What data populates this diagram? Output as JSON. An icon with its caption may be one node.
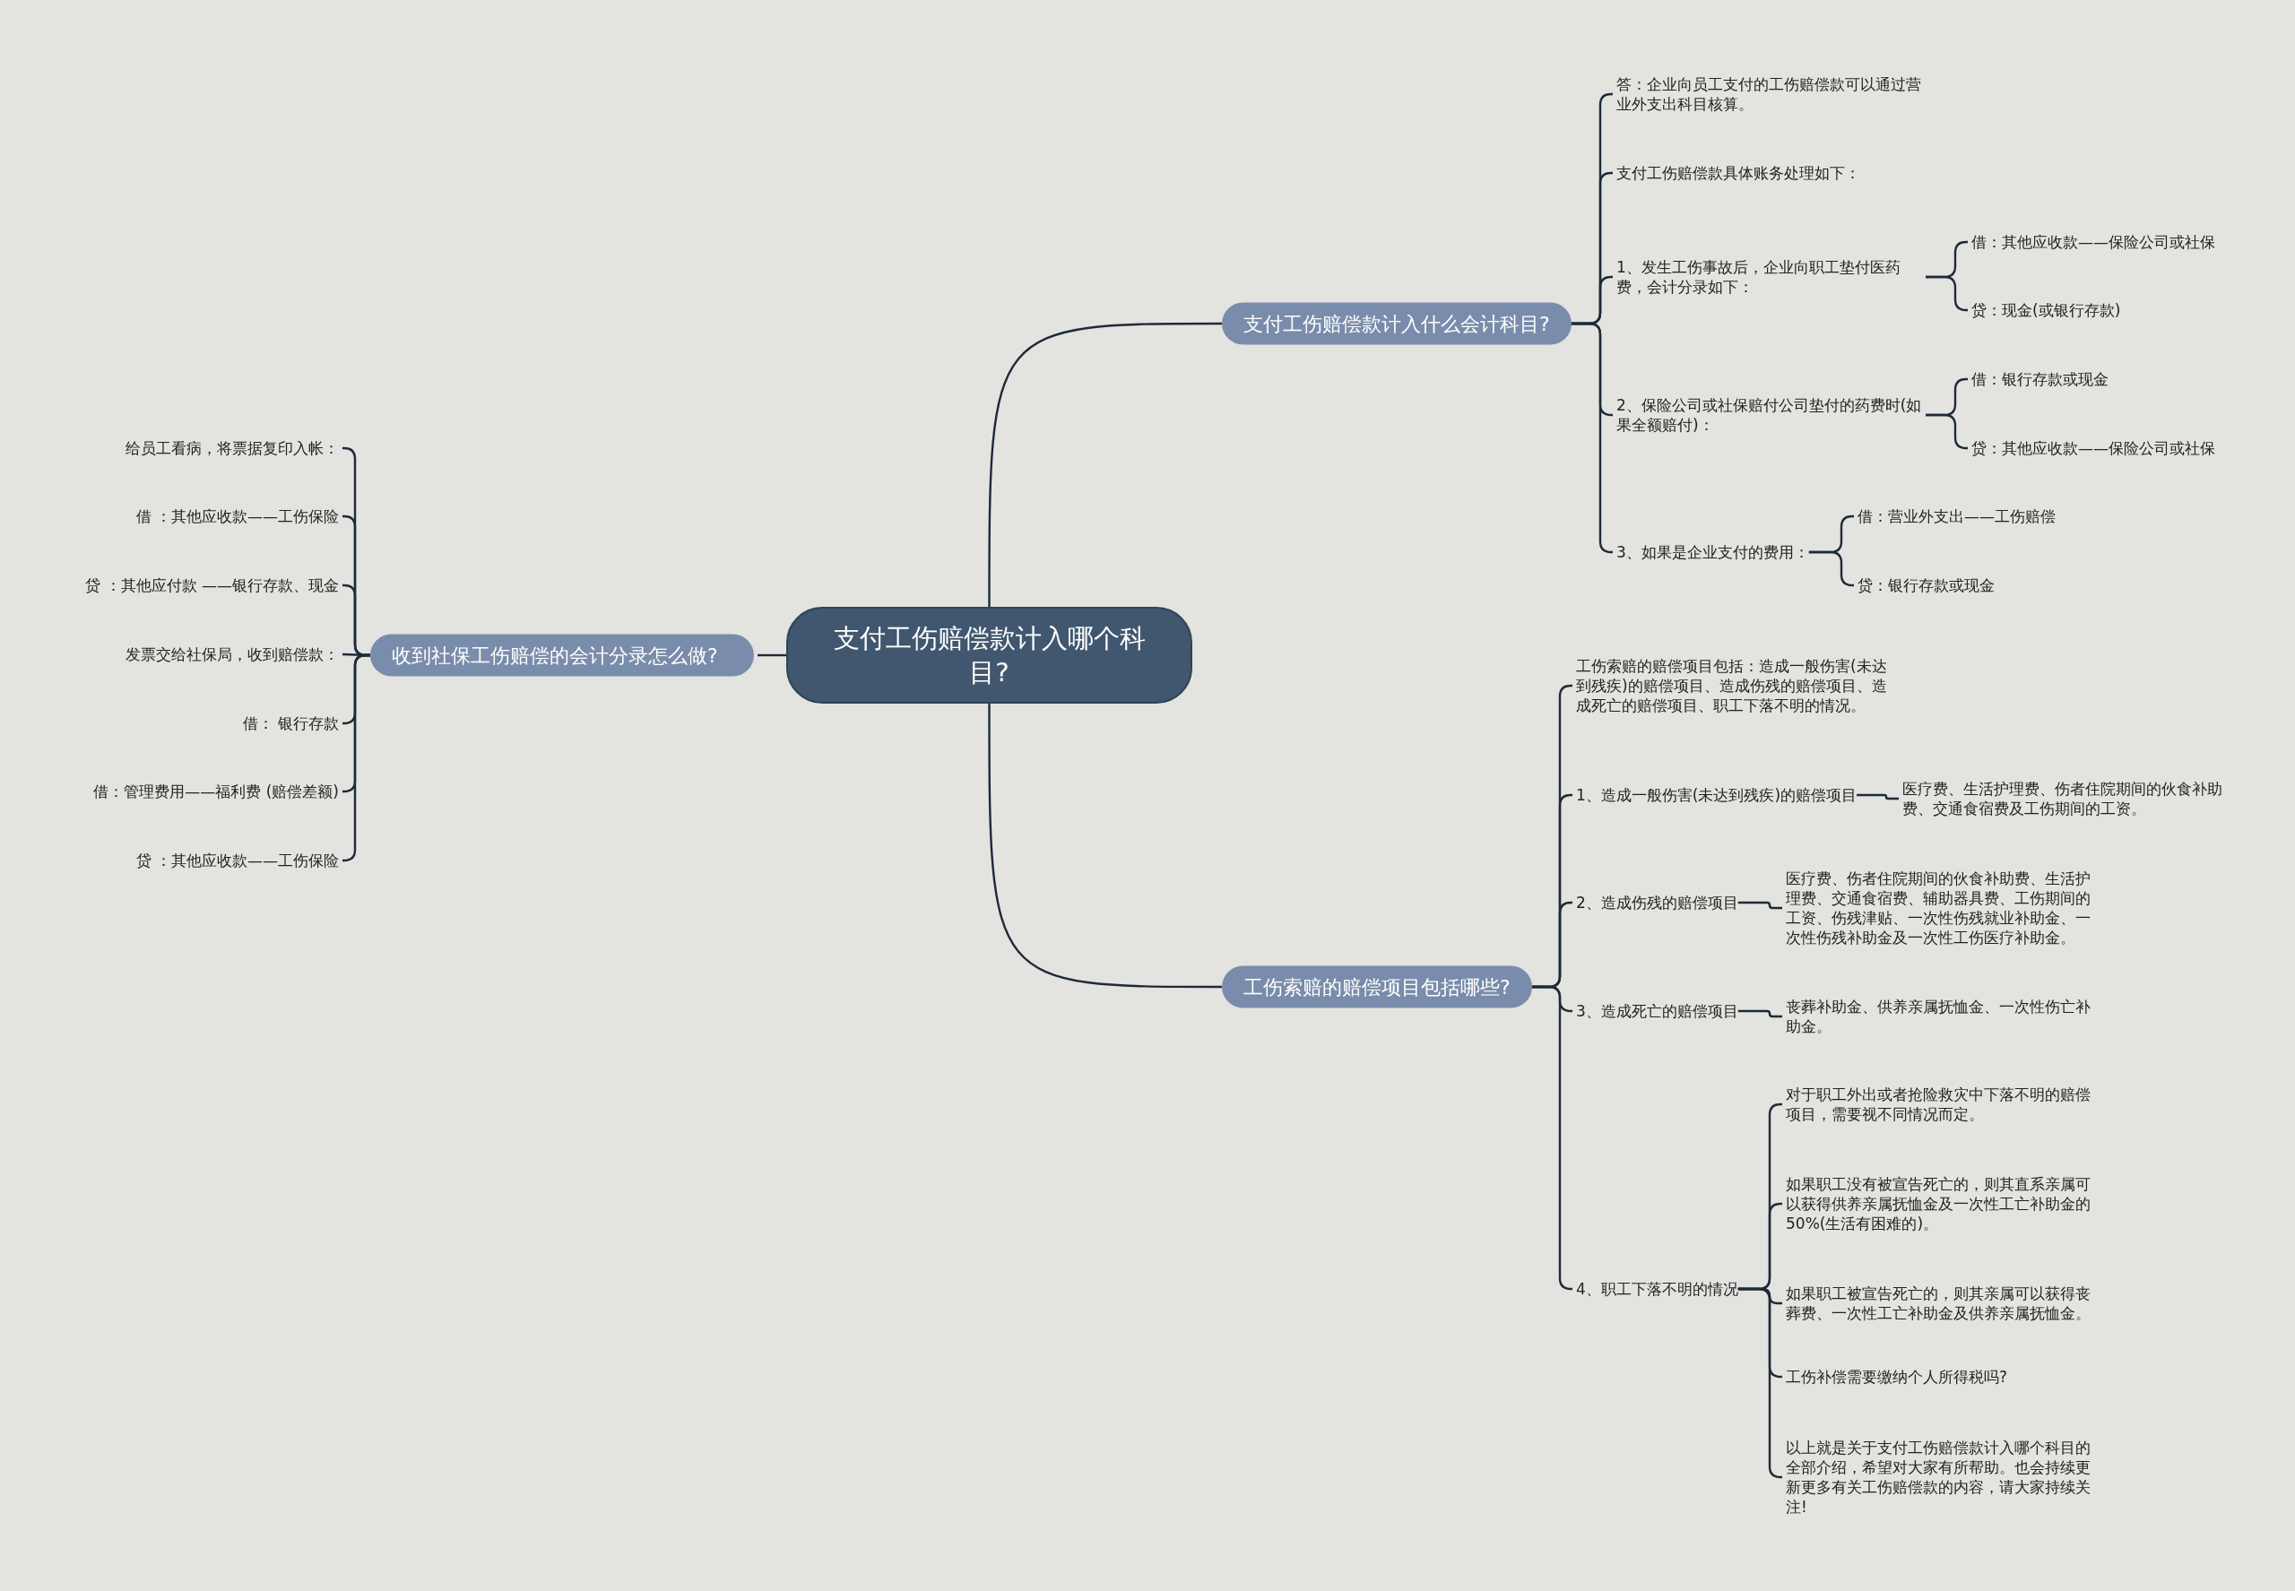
{
  "diagram": {
    "nodes": [
      {
        "text": [
          "支付工伤赔偿款计入哪个科目?"
        ]
      },
      {
        "text": [
          "支付工伤赔偿款计入什么会计科目?"
        ]
      },
      {
        "text": [
          "答：企业向员工支付的工伤赔偿款可以通过营业外支出科目核算。"
        ]
      },
      {
        "text": [
          "支付工伤赔偿款具体账务处理如下："
        ]
      },
      {
        "text": [
          "1、发生工伤事故后，企业向职工垫付医药费，会计分录如下："
        ]
      },
      {
        "text": [
          "借：其他应收款——保险公司或社保"
        ]
      },
      {
        "text": [
          "贷：现金(或银行存款)"
        ]
      },
      {
        "text": [
          "2、保险公司或社保赔付公司垫付的药费时(如果全额赔付)："
        ]
      },
      {
        "text": [
          "借：银行存款或现金"
        ]
      },
      {
        "text": [
          "贷：其他应收款——保险公司或社保"
        ]
      },
      {
        "text": [
          "3、如果是企业支付的费用："
        ]
      },
      {
        "text": [
          "借：营业外支出——工伤赔偿"
        ]
      },
      {
        "text": [
          "贷：银行存款或现金"
        ]
      },
      {
        "text": [
          "工伤索赔的赔偿项目包括哪些?"
        ]
      },
      {
        "text": [
          "工伤索赔的赔偿项目包括：造成一般伤害(未达到残疾)的赔偿项目、造成伤残的赔偿项目、造成死亡的赔偿项目、职工下落不明的情况。"
        ]
      },
      {
        "text": [
          "1、造成一般伤害(未达到残疾)的赔偿项目"
        ]
      },
      {
        "text": [
          "医疗费、生活护理费、伤者住院期间的伙食补助费、交通食宿费及工伤期间的工资。"
        ]
      },
      {
        "text": [
          "2、造成伤残的赔偿项目"
        ]
      },
      {
        "text": [
          "医疗费、伤者住院期间的伙食补助费、生活护理费、交通食宿费、辅助器具费、工伤期间的工资、伤残津贴、一次性伤残就业补助金、一次性伤残补助金及一次性工伤医疗补助金。"
        ]
      },
      {
        "text": [
          "3、造成死亡的赔偿项目"
        ]
      },
      {
        "text": [
          "丧葬补助金、供养亲属抚恤金、一次性伤亡补助金。"
        ]
      },
      {
        "text": [
          "4、职工下落不明的情况"
        ]
      },
      {
        "text": [
          "对于职工外出或者抢险救灾中下落不明的赔偿项目，需要视不同情况而定。"
        ]
      },
      {
        "text": [
          "如果职工没有被宣告死亡的，则其直系亲属可以获得供养亲属抚恤金及一次性工亡补助金的50%(生活有困难的)。"
        ]
      },
      {
        "text": [
          "如果职工被宣告死亡的，则其亲属可以获得丧葬费、一次性工亡补助金及供养亲属抚恤金。"
        ]
      },
      {
        "text": [
          "工伤补偿需要缴纳个人所得税吗?"
        ]
      },
      {
        "text": [
          "以上就是关于支付工伤赔偿款计入哪个科目的全部介绍，希望对大家有所帮助。也会持续更新更多有关工伤赔偿款的内容，请大家持续关注!"
        ]
      },
      {
        "text": [
          "收到社保工伤赔偿的会计分录怎么做?"
        ]
      },
      {
        "text": [
          "给员工看病，将票据复印入帐："
        ]
      },
      {
        "text": [
          "借 ：其他应收款——工伤保险"
        ]
      },
      {
        "text": [
          "贷 ：其他应付款 ——银行存款、现金"
        ]
      },
      {
        "text": [
          "发票交给社保局，收到赔偿款："
        ]
      },
      {
        "text": [
          "借：  银行存款"
        ]
      },
      {
        "text": [
          "借：管理费用——福利费 (赔偿差额)"
        ]
      },
      {
        "text": [
          "贷 ：其他应收款——工伤保险"
        ]
      }
    ],
    "edges": [
      {
        "from": 0,
        "to": 1,
        "arrow": "none"
      },
      {
        "from": 0,
        "to": 13,
        "arrow": "none"
      },
      {
        "from": 0,
        "to": 27,
        "arrow": "none"
      },
      {
        "from": 1,
        "to": 2,
        "arrow": "none"
      },
      {
        "from": 1,
        "to": 3,
        "arrow": "none"
      },
      {
        "from": 1,
        "to": 4,
        "arrow": "none"
      },
      {
        "from": 1,
        "to": 7,
        "arrow": "none"
      },
      {
        "from": 1,
        "to": 10,
        "arrow": "none"
      },
      {
        "from": 4,
        "to": 5,
        "arrow": "none"
      },
      {
        "from": 4,
        "to": 6,
        "arrow": "none"
      },
      {
        "from": 7,
        "to": 8,
        "arrow": "none"
      },
      {
        "from": 7,
        "to": 9,
        "arrow": "none"
      },
      {
        "from": 10,
        "to": 11,
        "arrow": "none"
      },
      {
        "from": 10,
        "to": 12,
        "arrow": "none"
      },
      {
        "from": 13,
        "to": 14,
        "arrow": "none"
      },
      {
        "from": 13,
        "to": 15,
        "arrow": "none"
      },
      {
        "from": 13,
        "to": 17,
        "arrow": "none"
      },
      {
        "from": 13,
        "to": 19,
        "arrow": "none"
      },
      {
        "from": 13,
        "to": 21,
        "arrow": "none"
      },
      {
        "from": 15,
        "to": 16,
        "arrow": "none"
      },
      {
        "from": 17,
        "to": 18,
        "arrow": "none"
      },
      {
        "from": 19,
        "to": 20,
        "arrow": "none"
      },
      {
        "from": 21,
        "to": 22,
        "arrow": "none"
      },
      {
        "from": 21,
        "to": 23,
        "arrow": "none"
      },
      {
        "from": 21,
        "to": 24,
        "arrow": "none"
      },
      {
        "from": 21,
        "to": 25,
        "arrow": "none"
      },
      {
        "from": 21,
        "to": 26,
        "arrow": "none"
      },
      {
        "from": 27,
        "to": 28,
        "arrow": "none"
      },
      {
        "from": 27,
        "to": 29,
        "arrow": "none"
      },
      {
        "from": 27,
        "to": 30,
        "arrow": "none"
      },
      {
        "from": 27,
        "to": 31,
        "arrow": "none"
      },
      {
        "from": 27,
        "to": 32,
        "arrow": "none"
      },
      {
        "from": 27,
        "to": 33,
        "arrow": "none"
      },
      {
        "from": 27,
        "to": 34,
        "arrow": "none"
      }
    ]
  }
}
